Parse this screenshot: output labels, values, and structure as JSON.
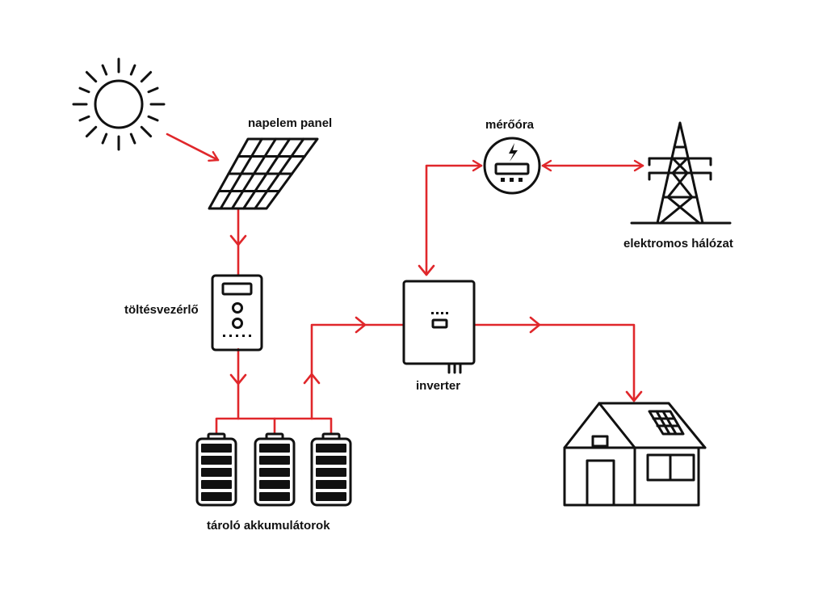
{
  "colors": {
    "flow": "#e0272b",
    "ink": "#111111",
    "background": "#ffffff"
  },
  "labels": {
    "panel": "napelem panel",
    "meter": "mérőóra",
    "grid": "elektromos hálózat",
    "controller": "töltésvezérlő",
    "inverter": "inverter",
    "batteries": "tároló akkumulátorok"
  },
  "icons": [
    "sun-icon",
    "solar-panel-icon",
    "charge-controller-icon",
    "battery-icon",
    "inverter-icon",
    "meter-icon",
    "transmission-tower-icon",
    "house-icon"
  ]
}
